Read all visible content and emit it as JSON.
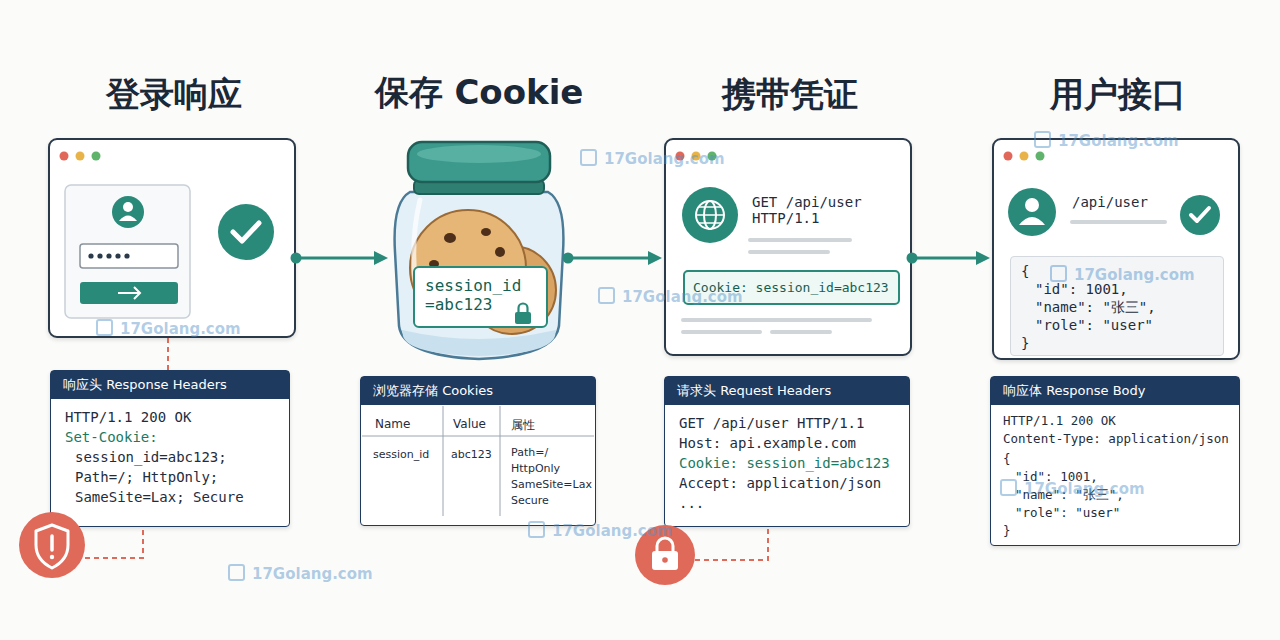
{
  "diagram": {
    "nodes": [
      {
        "text": [
          "登录响应"
        ]
      },
      {
        "text": [
          "响应头 Response Headers",
          "HTTP/1.1 200 OK",
          "Set-Cookie:",
          "session_id=abc123;",
          "Path=/; HttpOnly;",
          "SameSite=Lax; Secure"
        ]
      },
      {
        "text": [
          "保存 Cookie"
        ]
      },
      {
        "text": [
          "session_id =abc123"
        ],
        "in": 2
      },
      {
        "text": [
          "浏览器存储 Cookies",
          "Name",
          "Value",
          "属性",
          "session_id",
          "abc123",
          "Path=/ HttpOnly SameSite=Lax Secure"
        ]
      },
      {
        "text": [
          "携带凭证",
          "GET /api/user HTTP/1.1"
        ]
      },
      {
        "text": [
          "Cookie: session_id=abc123"
        ],
        "in": 5
      },
      {
        "text": [
          "请求头 Request Headers",
          "GET /api/user HTTP/1.1",
          "Host: api.example.com",
          "Cookie: session_id=abc123",
          "Accept: application/json",
          "..."
        ]
      },
      {
        "text": [
          "用户接口",
          "/api/user"
        ]
      },
      {
        "text": [
          "{",
          "\"id\": 1001,",
          "\"name\": \"张三\",",
          "\"role\": \"user\"",
          "}"
        ],
        "in": 8
      },
      {
        "text": [
          "响应体 Response Body",
          "HTTP/1.1 200 OK",
          "Content-Type: application/json",
          "{",
          "\"id\": 1001,",
          "\"name\": \"张三\",",
          "\"role\": \"user\"",
          "}"
        ]
      }
    ],
    "edges": [
      {
        "from": 0,
        "to": 2,
        "arrow": "to"
      },
      {
        "from": 2,
        "to": 5,
        "arrow": "to"
      },
      {
        "from": 5,
        "to": 8,
        "arrow": "to"
      },
      {
        "from": 0,
        "to": 1,
        "arrow": "none"
      }
    ],
    "labels": [
      "17Golang.com",
      "17Golang.com",
      "17Golang.com",
      "17Golang.com",
      "17Golang.com",
      "17Golang.com",
      "17Golang.com",
      "17Golang.com"
    ]
  }
}
